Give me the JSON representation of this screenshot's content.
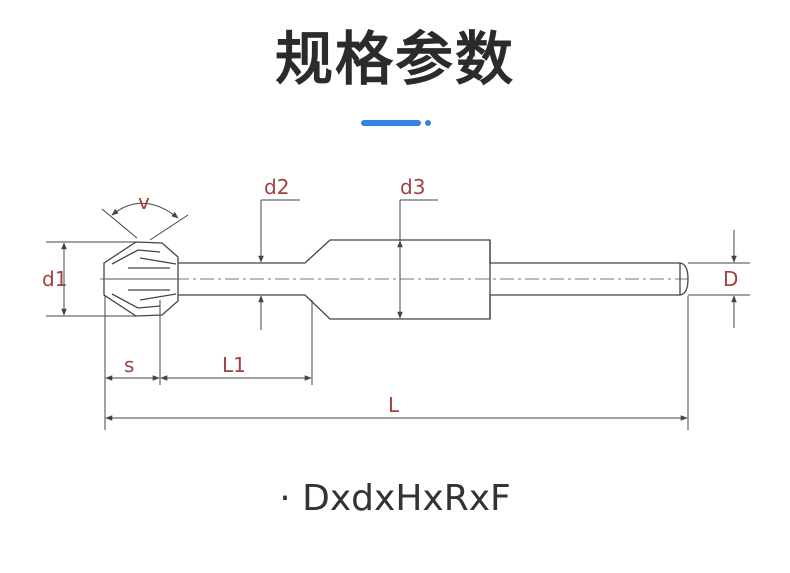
{
  "header": {
    "title": "规格参数"
  },
  "colors": {
    "accent": "#2f86e0",
    "dimension_label": "#a0413e",
    "line": "#444444"
  },
  "diagram": {
    "labels": {
      "angle": "v",
      "d1": "d1",
      "d2": "d2",
      "d3": "d3",
      "D": "D",
      "s": "s",
      "L1": "L1",
      "L": "L"
    }
  },
  "spec": {
    "bullet": "·",
    "text": "DxdxHxRxF"
  }
}
